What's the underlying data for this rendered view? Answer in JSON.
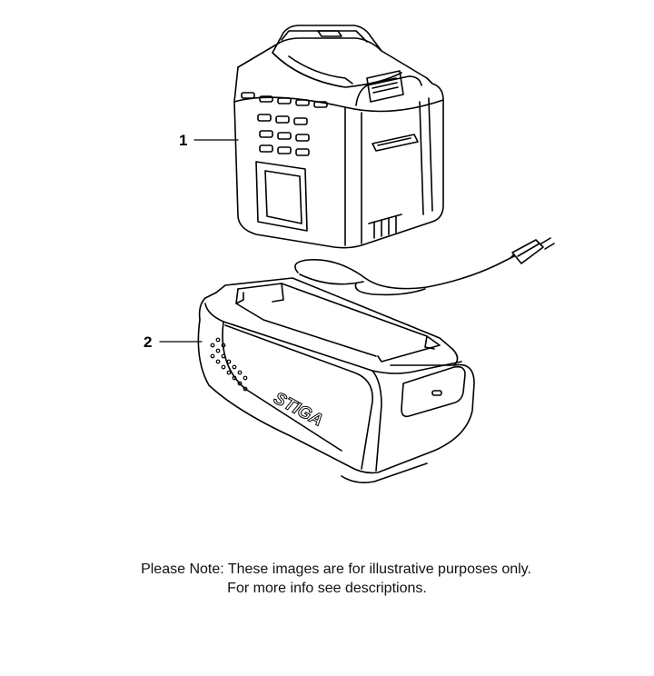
{
  "callouts": [
    {
      "number": "1",
      "part": "battery"
    },
    {
      "number": "2",
      "part": "charger"
    }
  ],
  "charger": {
    "brand_logo": "STIGA"
  },
  "note": {
    "line1": "Please Note: These images are for illustrative purposes only.",
    "line2": "For more info see descriptions."
  },
  "colors": {
    "line": "#000000",
    "background": "#ffffff"
  }
}
